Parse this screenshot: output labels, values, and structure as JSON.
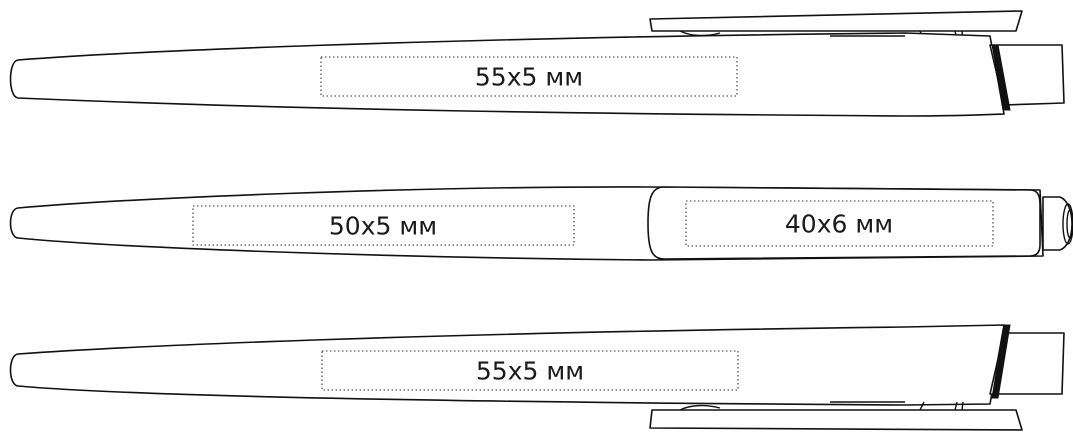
{
  "pens": [
    {
      "view": "front",
      "print_areas": [
        {
          "label": "55x5 мм"
        }
      ]
    },
    {
      "view": "side",
      "print_areas": [
        {
          "label": "50x5 мм"
        },
        {
          "label": "40x6 мм"
        }
      ]
    },
    {
      "view": "back",
      "print_areas": [
        {
          "label": "55x5 мм"
        }
      ]
    }
  ]
}
